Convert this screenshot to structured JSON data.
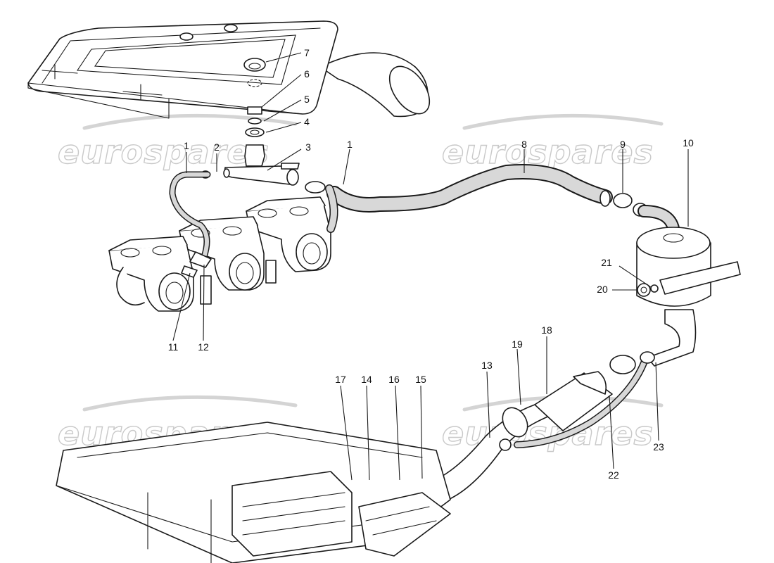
{
  "watermark": {
    "text": "eurospares"
  },
  "callouts": [
    {
      "label": "1",
      "part": "breather-hose-small"
    },
    {
      "label": "2",
      "part": "hose-clip-small"
    },
    {
      "label": "3",
      "part": "t-connector"
    },
    {
      "label": "1",
      "part": "breather-hose-bend"
    },
    {
      "label": "7",
      "part": "cap-nut"
    },
    {
      "label": "6",
      "part": "retaining-clip"
    },
    {
      "label": "5",
      "part": "washer"
    },
    {
      "label": "4",
      "part": "seal-ring"
    },
    {
      "label": "8",
      "part": "breather-hose-long"
    },
    {
      "label": "9",
      "part": "hose-clamp"
    },
    {
      "label": "10",
      "part": "oil-separator"
    },
    {
      "label": "21",
      "part": "separator-washer"
    },
    {
      "label": "20",
      "part": "separator-plug"
    },
    {
      "label": "11",
      "part": "union-fitting"
    },
    {
      "label": "12",
      "part": "hose-clip"
    },
    {
      "label": "18",
      "part": "flame-trap-sleeve"
    },
    {
      "label": "19",
      "part": "clamp-band"
    },
    {
      "label": "13",
      "part": "breather-pipe"
    },
    {
      "label": "17",
      "part": "stud"
    },
    {
      "label": "14",
      "part": "gasket"
    },
    {
      "label": "16",
      "part": "nut"
    },
    {
      "label": "15",
      "part": "bolt"
    },
    {
      "label": "22",
      "part": "drain-hose"
    },
    {
      "label": "23",
      "part": "drain-clip"
    }
  ]
}
